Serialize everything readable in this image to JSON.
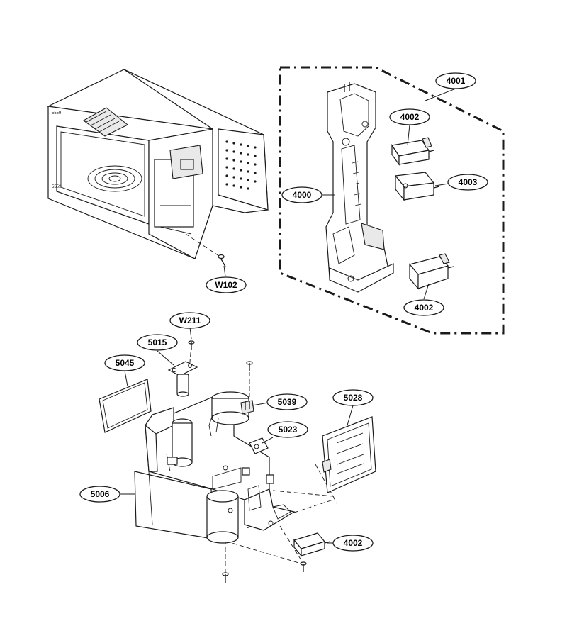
{
  "callouts": {
    "c4001": "4001",
    "c4002_top": "4002",
    "c4003": "4003",
    "c4000": "4000",
    "c4002_mid": "4002",
    "cW102": "W102",
    "cW211": "W211",
    "c5015": "5015",
    "c5045": "5045",
    "c5039": "5039",
    "c5028": "5028",
    "c5023": "5023",
    "c5006": "5006",
    "c4002_bot": "4002"
  },
  "cabinet_labels": {
    "upper": "5559",
    "lower": "5559"
  },
  "colors": {
    "line": "#1a1a1a",
    "background": "#ffffff"
  }
}
